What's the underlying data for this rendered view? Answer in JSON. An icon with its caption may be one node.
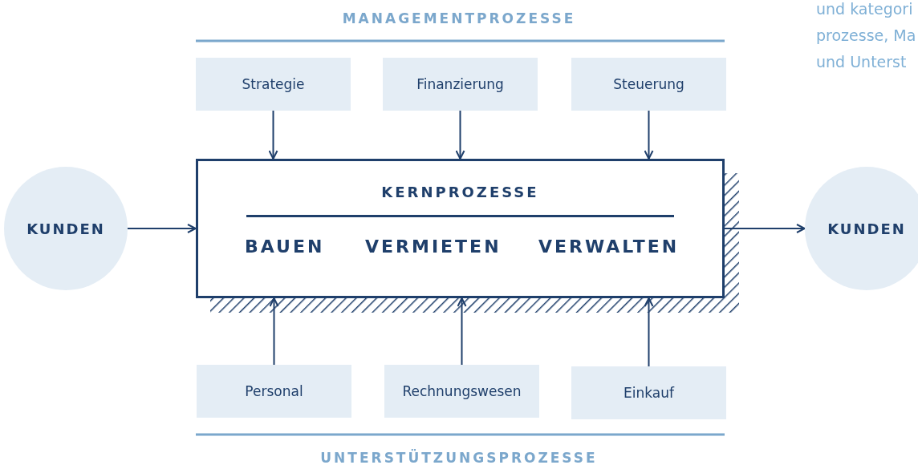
{
  "diagram": {
    "nodes": [
      {
        "text": [
          "Strategie"
        ]
      },
      {
        "text": [
          "Finanzierung"
        ]
      },
      {
        "text": [
          "Steuerung"
        ]
      },
      {
        "text": [
          "KERNPROZESSE",
          "BAUEN",
          "VERMIETEN",
          "VERWALTEN"
        ]
      },
      {
        "text": [
          "KUNDEN"
        ]
      },
      {
        "text": [
          "KUNDEN"
        ]
      },
      {
        "text": [
          "Personal"
        ]
      },
      {
        "text": [
          "Rechnungswesen"
        ]
      },
      {
        "text": [
          "Einkauf"
        ]
      }
    ],
    "edges": [
      {
        "from": 0,
        "to": 3,
        "arrow": "to"
      },
      {
        "from": 1,
        "to": 3,
        "arrow": "to"
      },
      {
        "from": 2,
        "to": 3,
        "arrow": "to"
      },
      {
        "from": 4,
        "to": 3,
        "arrow": "to"
      },
      {
        "from": 3,
        "to": 5,
        "arrow": "to"
      },
      {
        "from": 6,
        "to": 3,
        "arrow": "to"
      },
      {
        "from": 7,
        "to": 3,
        "arrow": "to"
      },
      {
        "from": 8,
        "to": 3,
        "arrow": "to"
      }
    ],
    "labels": [
      "MANAGEMENTPROZESSE",
      "UNTERSTÜTZUNGSPROZESSE",
      "und kategori",
      "prozesse, Ma",
      "und Unterst"
    ]
  }
}
